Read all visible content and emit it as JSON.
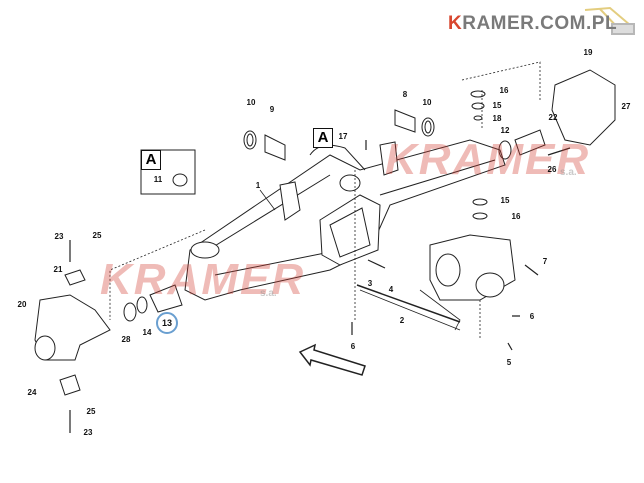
{
  "watermark": {
    "site_first_letter": "K",
    "site_rest": "RAMER.COM.PL",
    "brand": "KRAMER",
    "suffix": "s.a."
  },
  "detail_boxes": [
    {
      "letter": "A"
    },
    {
      "letter": "A"
    }
  ],
  "part_labels": [
    "10",
    "9",
    "8",
    "10",
    "17",
    "16",
    "15",
    "18",
    "19",
    "22",
    "12",
    "27",
    "26",
    "15",
    "16",
    "11",
    "1",
    "23",
    "25",
    "21",
    "20",
    "28",
    "14",
    "13",
    "3",
    "4",
    "2",
    "7",
    "6",
    "6",
    "5",
    "24",
    "25",
    "23"
  ],
  "highlighted_part": "13",
  "colors": {
    "highlight": "#6a9fd0",
    "watermark_red": "#d8472f"
  }
}
